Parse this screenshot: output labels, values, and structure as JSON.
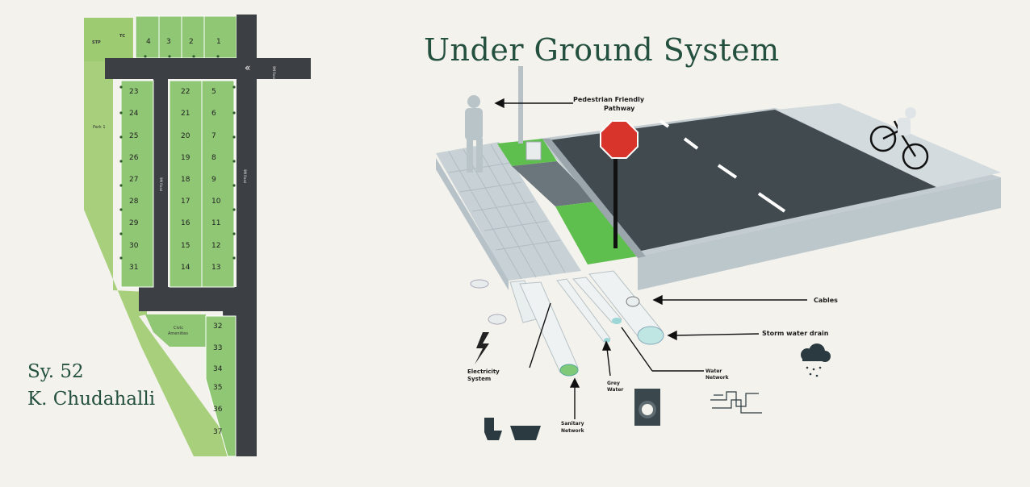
{
  "title": "Under Ground System",
  "survey": {
    "line1": "Sy. 52",
    "line2": "K. Chudahalli"
  },
  "site_plan": {
    "top_plots": [
      "4",
      "3",
      "2",
      "1"
    ],
    "left_column": [
      "23",
      "24",
      "25",
      "26",
      "27",
      "28",
      "29",
      "30",
      "31"
    ],
    "middle_column": [
      "22",
      "21",
      "20",
      "19",
      "18",
      "17",
      "16",
      "15",
      "14"
    ],
    "right_column": [
      "5",
      "6",
      "7",
      "8",
      "9",
      "10",
      "11",
      "12",
      "13"
    ],
    "bottom_plots": [
      "32",
      "33",
      "34",
      "35",
      "36",
      "37"
    ],
    "area_labels": {
      "stp": "STP",
      "tc": "TC",
      "park": "Park 1",
      "civic_line1": "Civic",
      "civic_line2": "Amenities",
      "road": "9M Road"
    }
  },
  "diagram": {
    "stop_sign": "STOP",
    "labels": {
      "pedestrian_line1": "Pedestrian Friendly",
      "pedestrian_line2": "Pathway",
      "cables": "Cables",
      "storm": "Storm water drain",
      "electricity_line1": "Electricity",
      "electricity_line2": "System",
      "water_line1": "Water",
      "water_line2": "Network",
      "grey_line1": "Grey",
      "grey_line2": "Water",
      "sanitary_line1": "Sanitary",
      "sanitary_line2": "Network"
    }
  },
  "colors": {
    "title": "#24503f",
    "plot": "#8fc774",
    "road": "#3c4044",
    "park": "#a8d07c",
    "asphalt": "#414a4f",
    "pavement": "#c8d2d6",
    "verge": "#5fbf4e"
  }
}
